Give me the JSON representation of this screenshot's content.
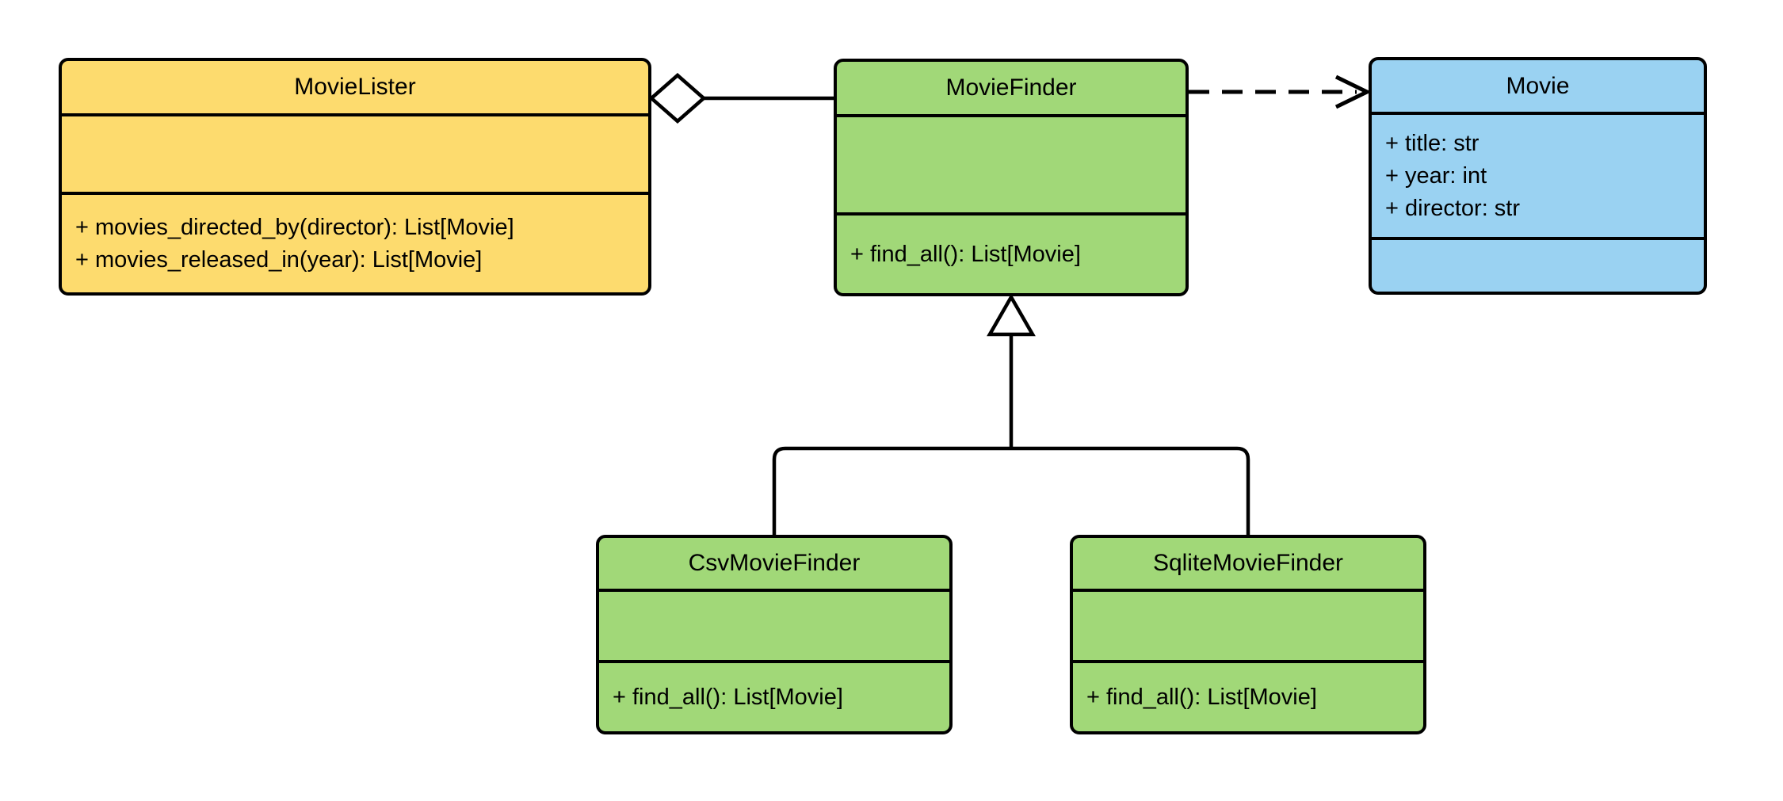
{
  "classes": [
    {
      "name": "MovieLister",
      "color": "#FDDB6E",
      "attributes": [],
      "methods": [
        "+ movies_directed_by(director): List[Movie]",
        "+ movies_released_in(year): List[Movie]"
      ]
    },
    {
      "name": "MovieFinder",
      "color": "#A1D878",
      "attributes": [],
      "methods": [
        "+ find_all(): List[Movie]"
      ]
    },
    {
      "name": "Movie",
      "color": "#9AD2F2",
      "attributes": [
        "+ title: str",
        "+ year: int",
        "+ director: str"
      ],
      "methods": []
    },
    {
      "name": "CsvMovieFinder",
      "color": "#A1D878",
      "attributes": [],
      "methods": [
        "+ find_all(): List[Movie]"
      ]
    },
    {
      "name": "SqliteMovieFinder",
      "color": "#A1D878",
      "attributes": [],
      "methods": [
        "+ find_all(): List[Movie]"
      ]
    }
  ],
  "relationships": [
    {
      "type": "aggregation",
      "from": "MovieLister",
      "to": "MovieFinder",
      "marker": "hollow-diamond",
      "line": "solid"
    },
    {
      "type": "dependency",
      "from": "MovieFinder",
      "to": "Movie",
      "marker": "open-arrow",
      "line": "dashed"
    },
    {
      "type": "generalization",
      "from": "CsvMovieFinder",
      "to": "MovieFinder",
      "marker": "hollow-triangle",
      "line": "solid"
    },
    {
      "type": "generalization",
      "from": "SqliteMovieFinder",
      "to": "MovieFinder",
      "marker": "hollow-triangle",
      "line": "solid"
    }
  ],
  "colors": {
    "line": "#000000",
    "marker_fill": "#FFFFFF",
    "background": "#FFFFFF"
  }
}
